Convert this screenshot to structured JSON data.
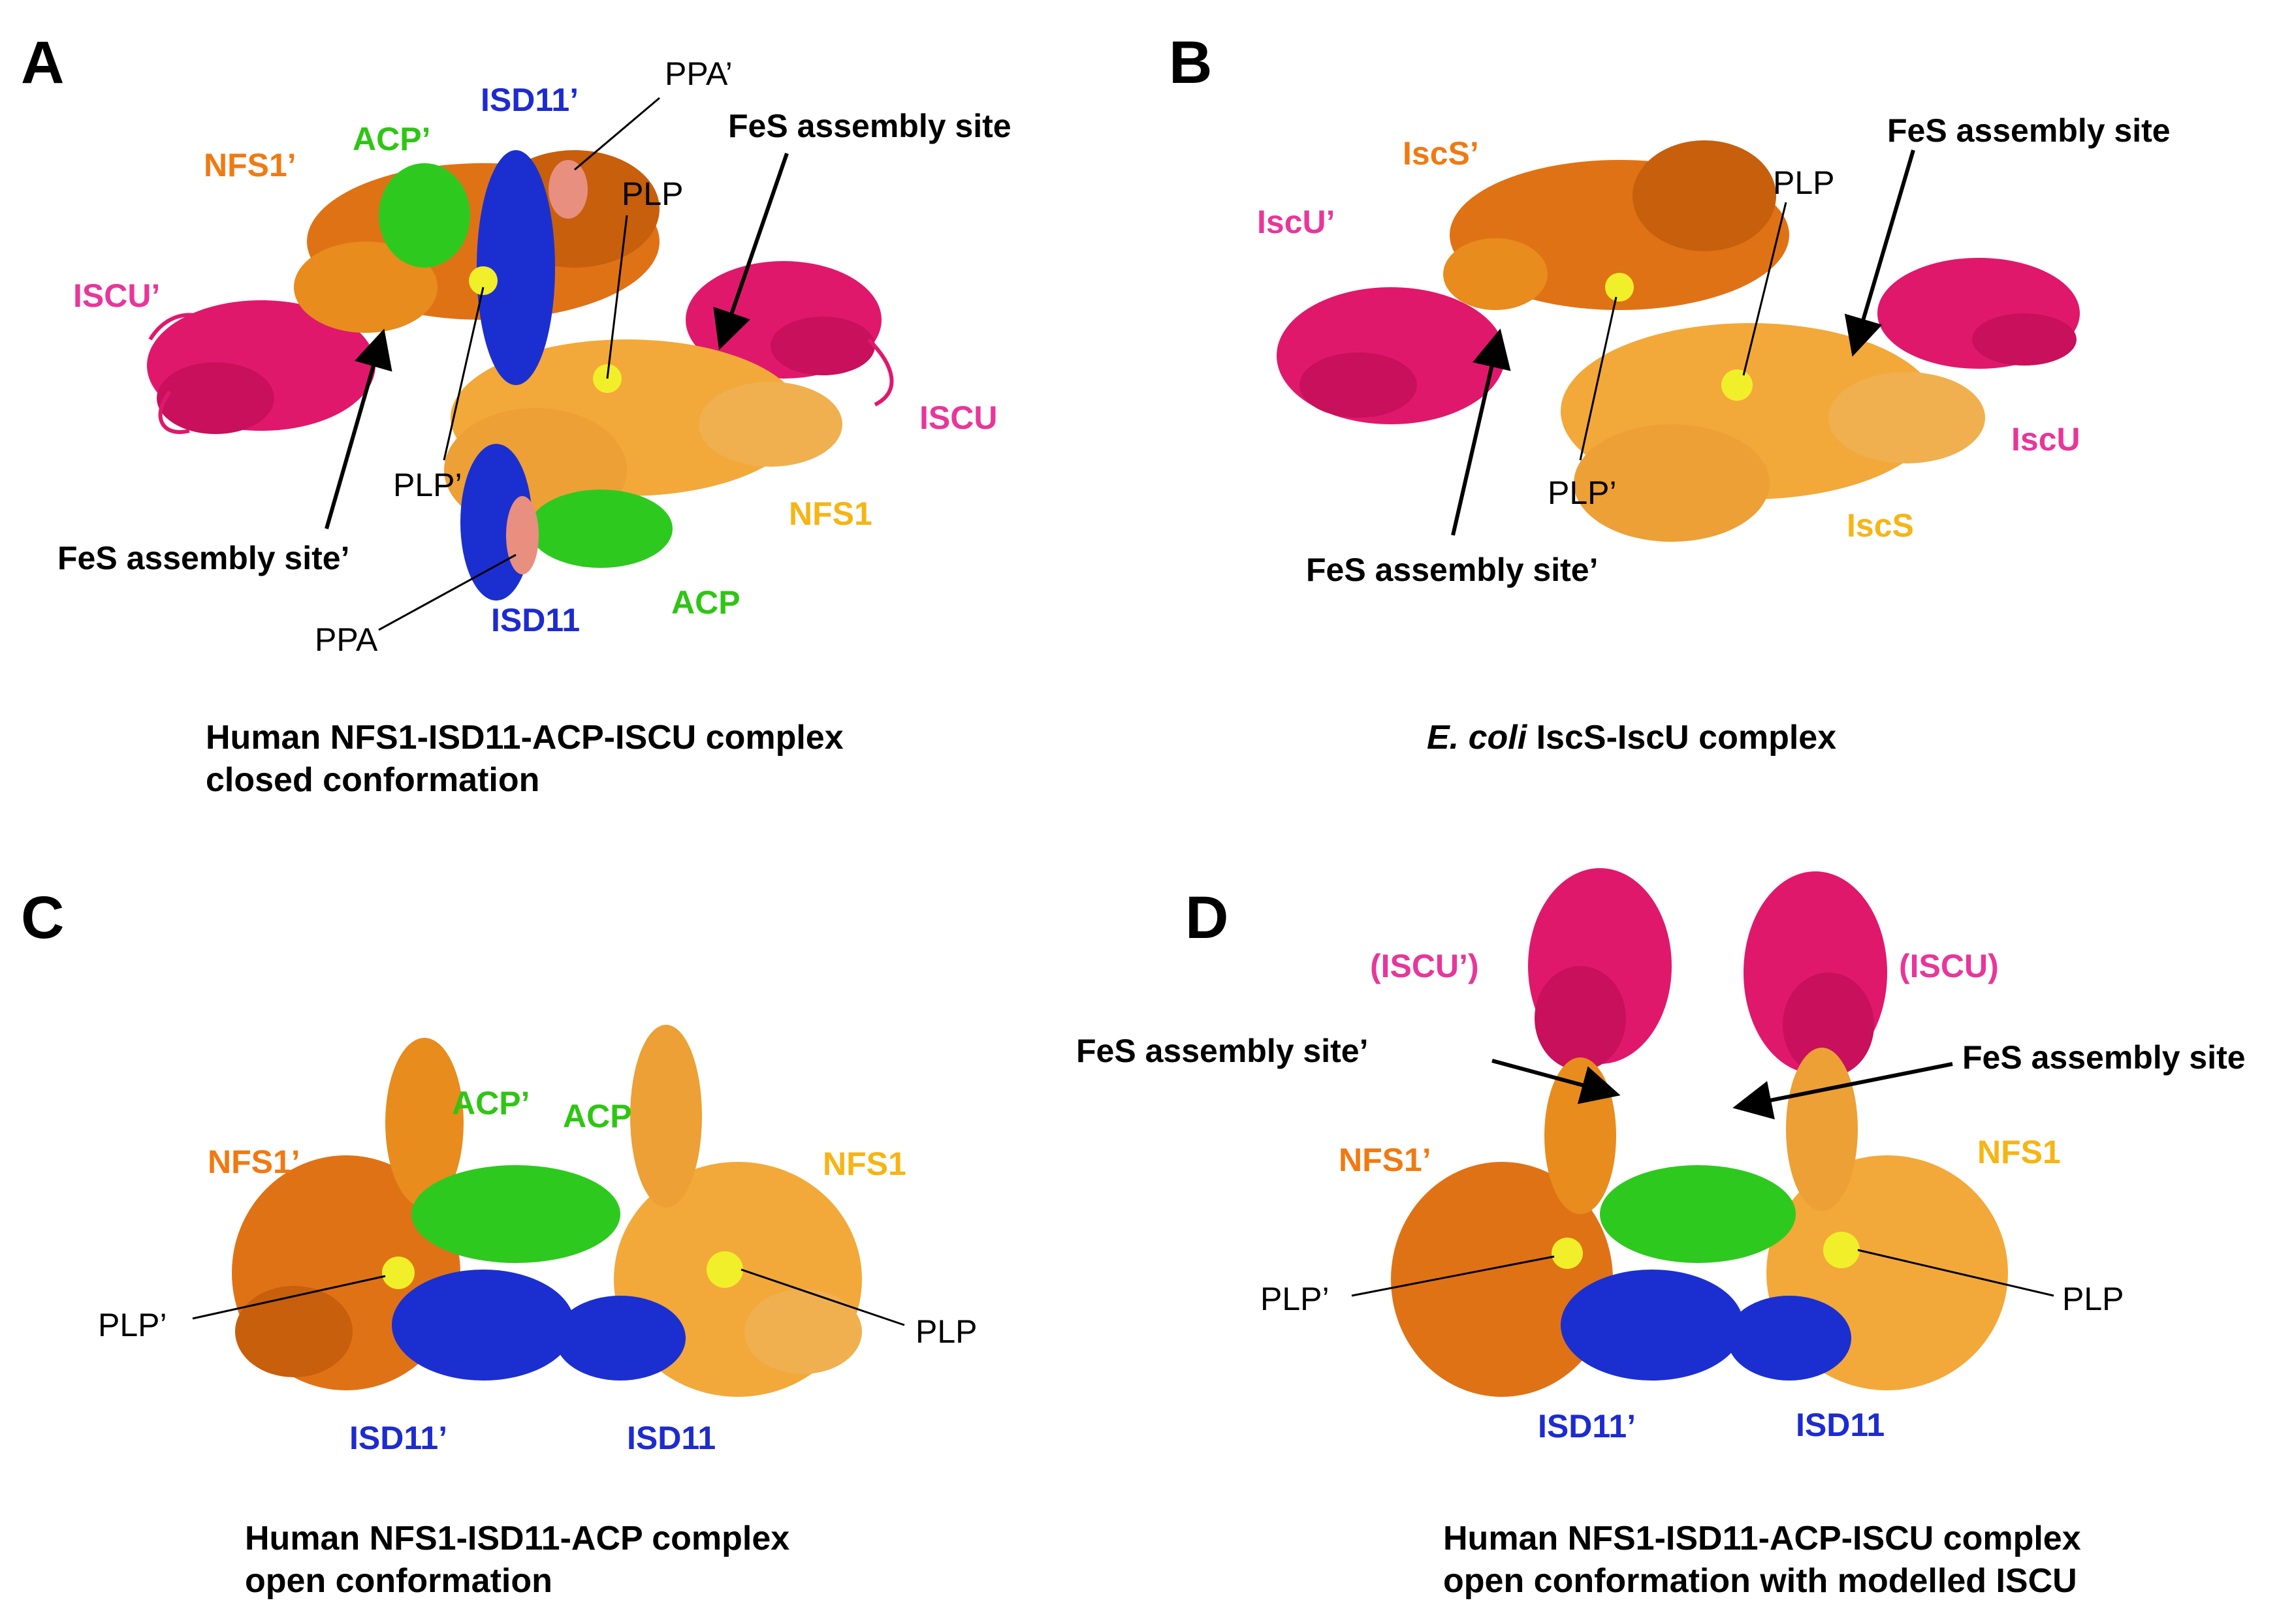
{
  "colors": {
    "nfs1_dark": "#d9650f",
    "nfs1_mid": "#e88c1d",
    "nfs1_light": "#f2a93a",
    "iscu": "#e0186c",
    "isd11": "#1b2fd1",
    "acp": "#2ec91f",
    "plp": "#f1ef2a",
    "ppa": "#e88f7f",
    "label_orange": "#f07a12",
    "label_yellow": "#f6b515",
    "label_pink": "#e8369a",
    "label_blue": "#1d2bd0",
    "label_green": "#2fc515"
  },
  "panels": {
    "a": {
      "letter": "A",
      "labels": {
        "nfs1p": "NFS1’",
        "acpp": "ACP’",
        "isd11p": "ISD11’",
        "ppap": "PPA’",
        "fes_site": "FeS assembly site",
        "plp": "PLP",
        "iscup": "ISCU’",
        "iscu": "ISCU",
        "plpp": "PLP’",
        "nfs1": "NFS1",
        "fes_sitep": "FeS assembly site’",
        "acp": "ACP",
        "isd11": "ISD11",
        "ppa": "PPA"
      },
      "caption_line1": "Human NFS1-ISD11-ACP-ISCU complex",
      "caption_line2": "closed conformation"
    },
    "b": {
      "letter": "B",
      "labels": {
        "iscsp": "IscS’",
        "iscup": "IscU’",
        "fes_site": "FeS assembly site",
        "plp": "PLP",
        "plpp": "PLP’",
        "iscu": "IscU",
        "iscs": "IscS",
        "fes_sitep": "FeS assembly site’"
      },
      "caption_italic": "E. coli",
      "caption_rest": " IscS-IscU complex"
    },
    "c": {
      "letter": "C",
      "labels": {
        "acpp": "ACP’",
        "acp": "ACP",
        "nfs1p": "NFS1’",
        "nfs1": "NFS1",
        "plpp": "PLP’",
        "plp": "PLP",
        "isd11p": "ISD11’",
        "isd11": "ISD11"
      },
      "caption_line1": "Human NFS1-ISD11-ACP complex",
      "caption_line2": "open conformation"
    },
    "d": {
      "letter": "D",
      "labels": {
        "iscup": "(ISCU’)",
        "iscu": "(ISCU)",
        "fes_sitep": "FeS assembly site’",
        "fes_site": "FeS assembly site",
        "nfs1p": "NFS1’",
        "nfs1": "NFS1",
        "plpp": "PLP’",
        "plp": "PLP",
        "isd11p": "ISD11’",
        "isd11": "ISD11"
      },
      "caption_line1": "Human NFS1-ISD11-ACP-ISCU complex",
      "caption_line2": "open conformation with modelled ISCU"
    }
  }
}
